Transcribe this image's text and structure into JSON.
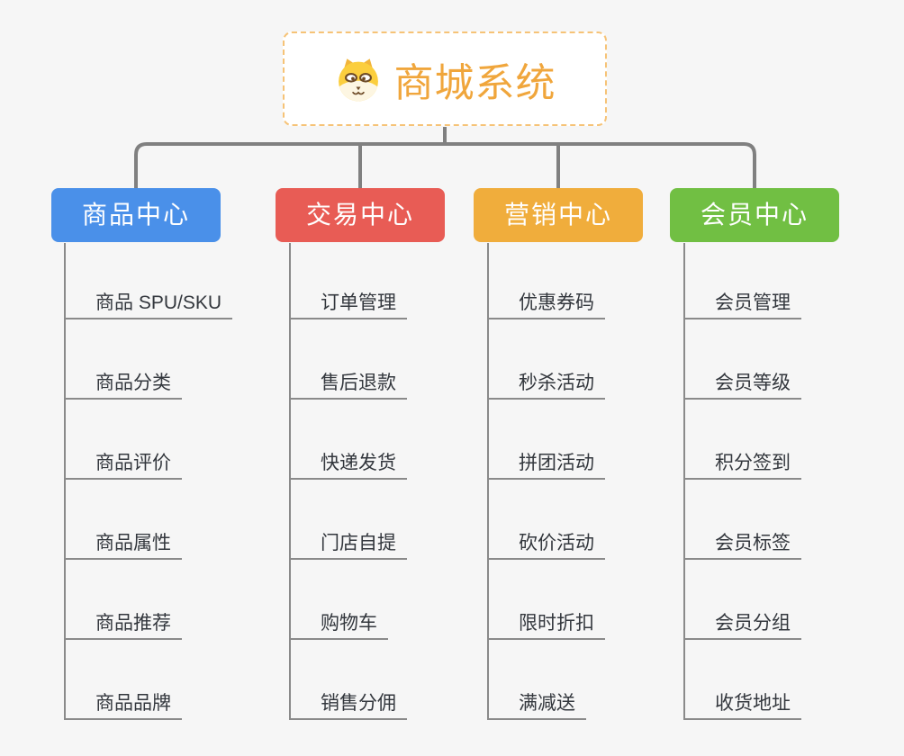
{
  "canvas": {
    "background": "#f6f6f6"
  },
  "lines": {
    "connector_color": "#808080",
    "leaf_line_color": "#8a8a8a"
  },
  "root": {
    "label": "商城系统",
    "icon": "dog-face-icon",
    "text_color": "#f0a63c",
    "border_color": "#f6c377"
  },
  "branches": [
    {
      "label": "商品中心",
      "color": "#4a90e9",
      "items": [
        "商品 SPU/SKU",
        "商品分类",
        "商品评价",
        "商品属性",
        "商品推荐",
        "商品品牌"
      ]
    },
    {
      "label": "交易中心",
      "color": "#e85c55",
      "items": [
        "订单管理",
        "售后退款",
        "快递发货",
        "门店自提",
        "购物车",
        "销售分佣"
      ]
    },
    {
      "label": "营销中心",
      "color": "#f0ad3c",
      "items": [
        "优惠券码",
        "秒杀活动",
        "拼团活动",
        "砍价活动",
        "限时折扣",
        "满减送"
      ]
    },
    {
      "label": "会员中心",
      "color": "#71bf43",
      "items": [
        "会员管理",
        "会员等级",
        "积分签到",
        "会员标签",
        "会员分组",
        "收货地址"
      ]
    }
  ]
}
